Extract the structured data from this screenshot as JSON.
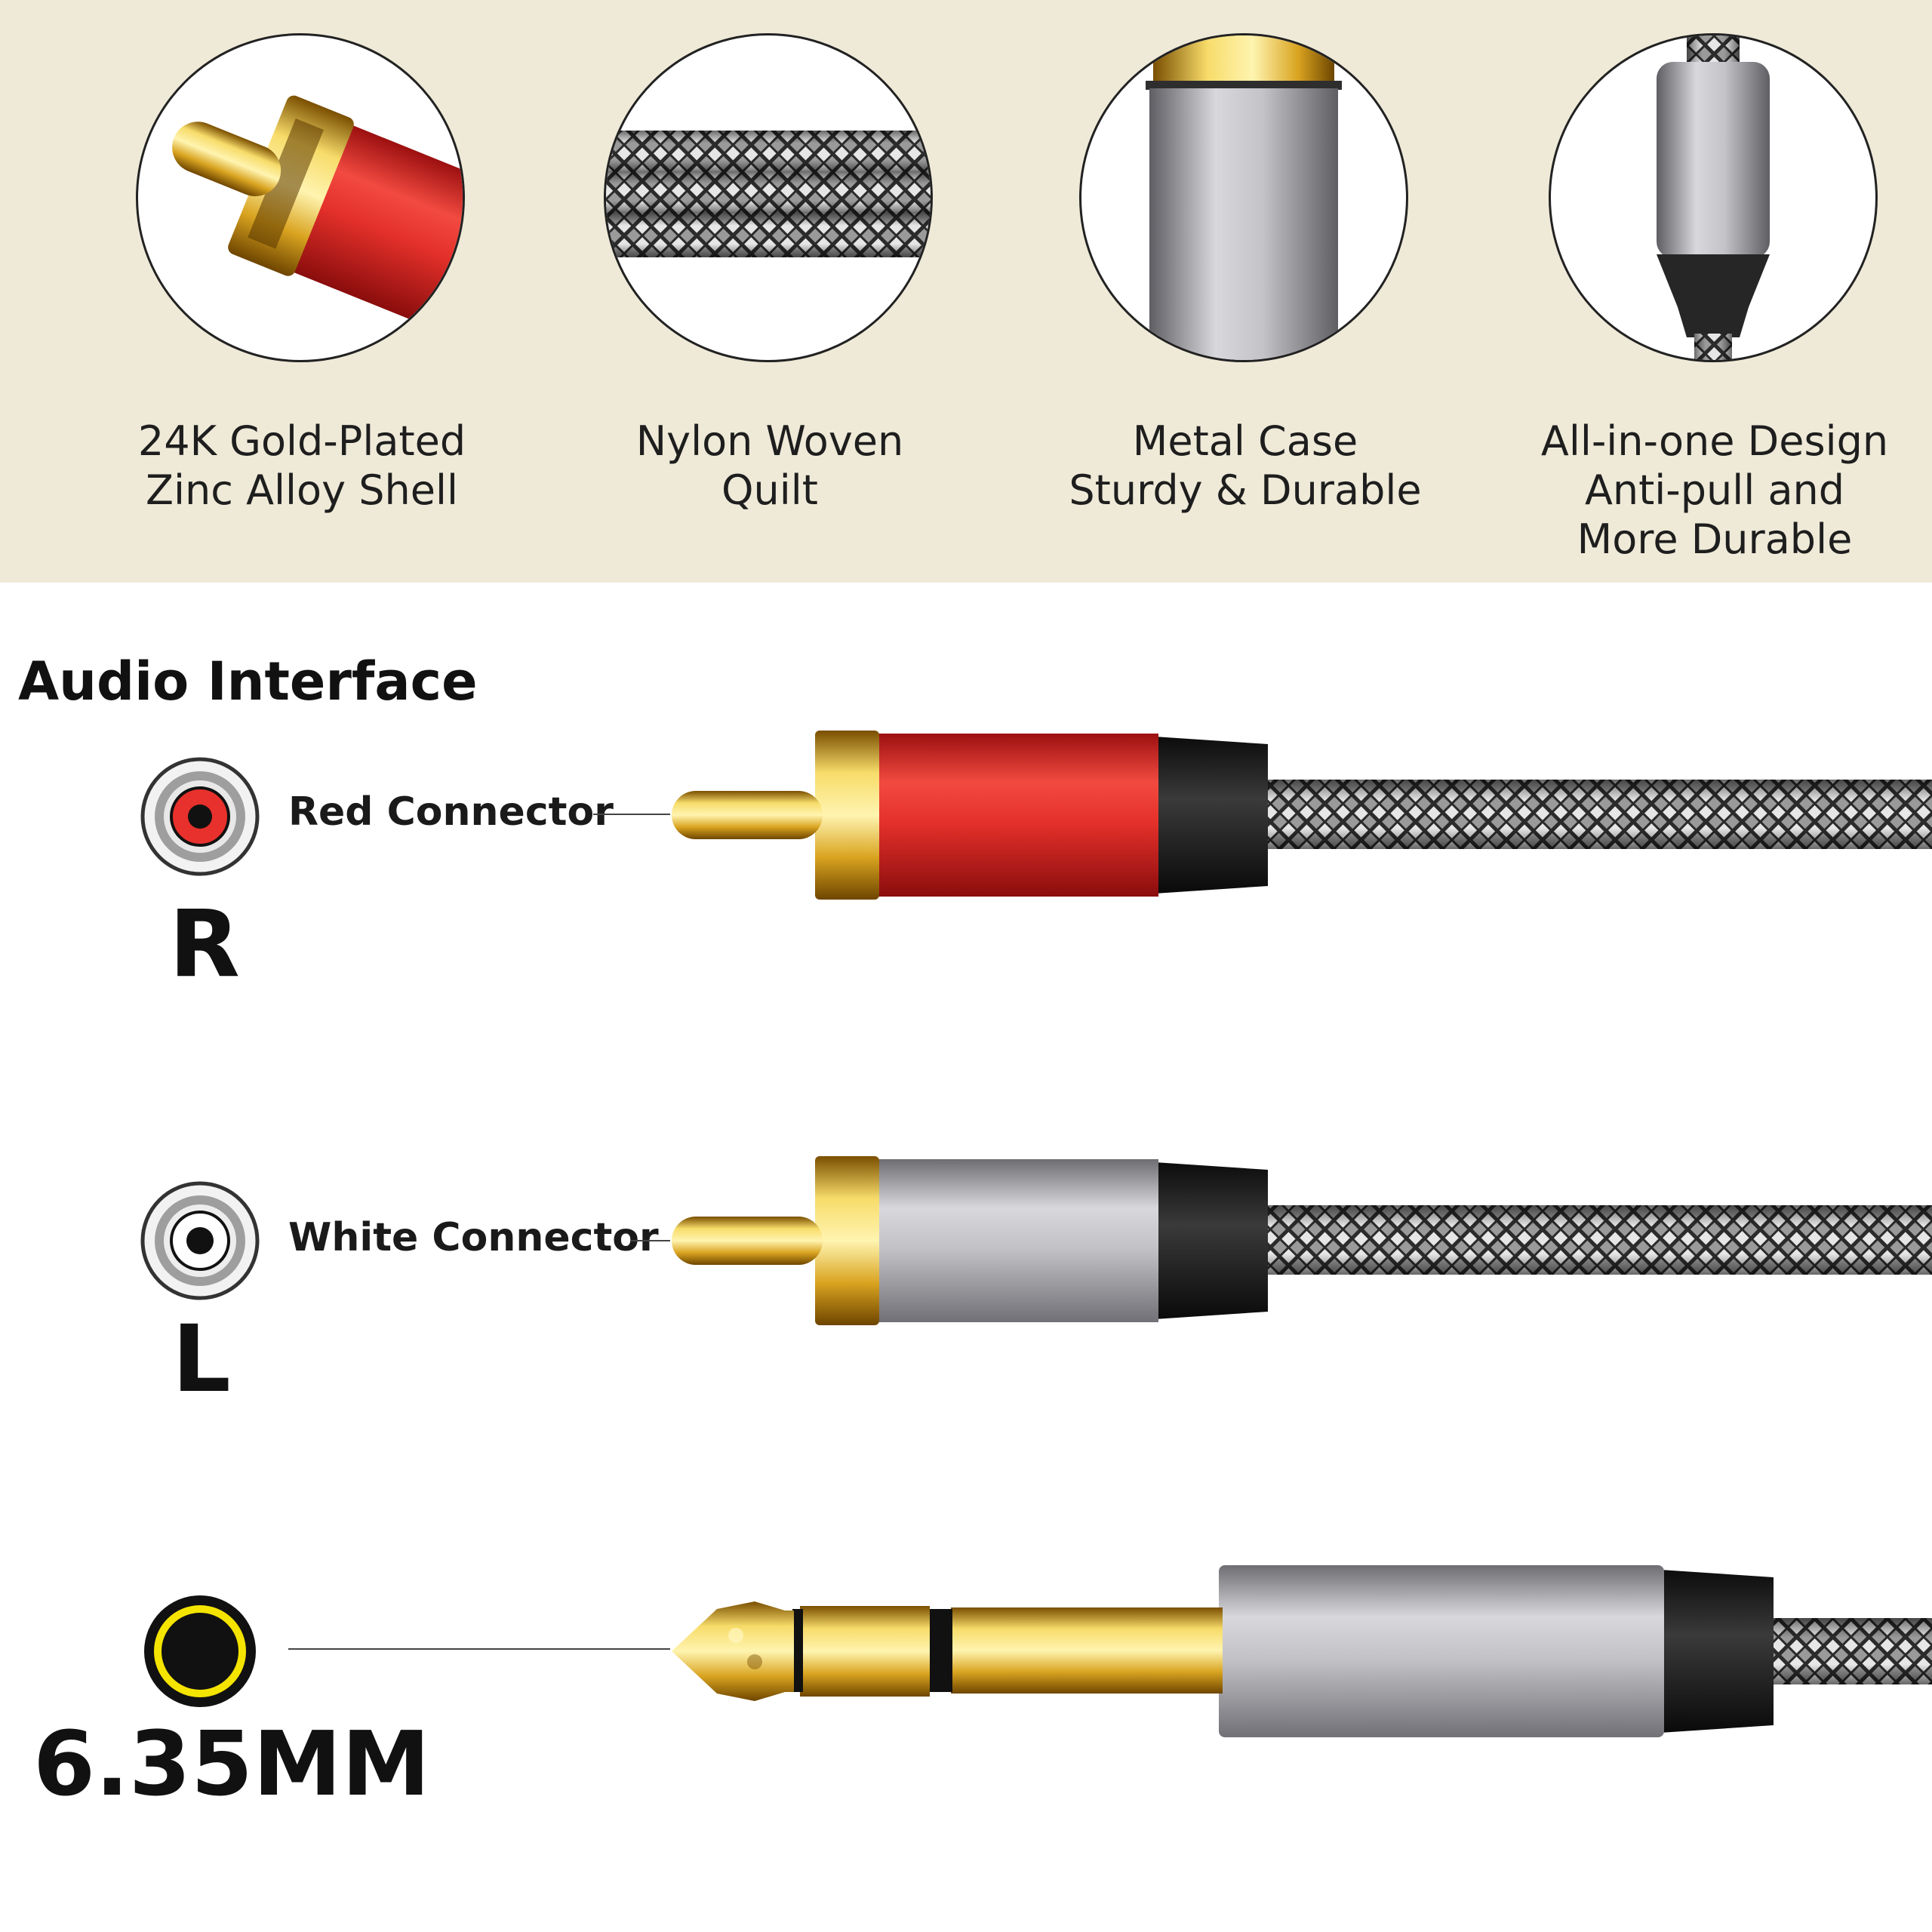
{
  "features": [
    {
      "icon": "rca-gold-plug-icon",
      "lines": [
        "24K Gold-Plated",
        "Zinc Alloy Shell"
      ]
    },
    {
      "icon": "braided-cable-icon",
      "lines": [
        "Nylon Woven",
        "Quilt"
      ]
    },
    {
      "icon": "metal-case-icon",
      "lines": [
        "Metal Case",
        "Sturdy & Durable"
      ]
    },
    {
      "icon": "connector-strain-relief-icon",
      "lines": [
        "All-in-one Design",
        "Anti-pull and",
        "More Durable"
      ]
    }
  ],
  "audio": {
    "title": "Audio Interface",
    "connectors": [
      {
        "label": "Red Connector",
        "channel": "R",
        "color": "#e8312c",
        "icon": "red-rca-socket-icon"
      },
      {
        "label": "White Connector",
        "channel": "L",
        "color": "#ffffff",
        "icon": "white-rca-socket-icon"
      },
      {
        "label": "",
        "channel": "6.35MM",
        "color": "#f4e400",
        "icon": "jack-socket-icon"
      }
    ]
  },
  "colors": {
    "band": "#efead8",
    "gold": "#e2b021",
    "red": "#e8312c",
    "silver": "#b9b9bd",
    "black": "#1a1a1a"
  }
}
